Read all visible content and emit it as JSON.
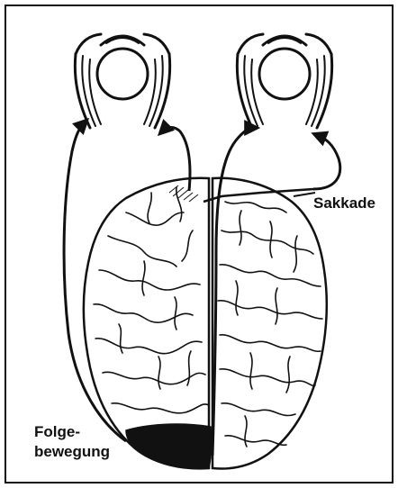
{
  "labels": {
    "saccade": "Sakkade",
    "pursuit_line1": "Folge-",
    "pursuit_line2": "bewegung"
  },
  "colors": {
    "ink": "#111111",
    "paper": "#ffffff"
  },
  "icons": [
    "left-eye-icon",
    "right-eye-icon",
    "brain-icon"
  ]
}
